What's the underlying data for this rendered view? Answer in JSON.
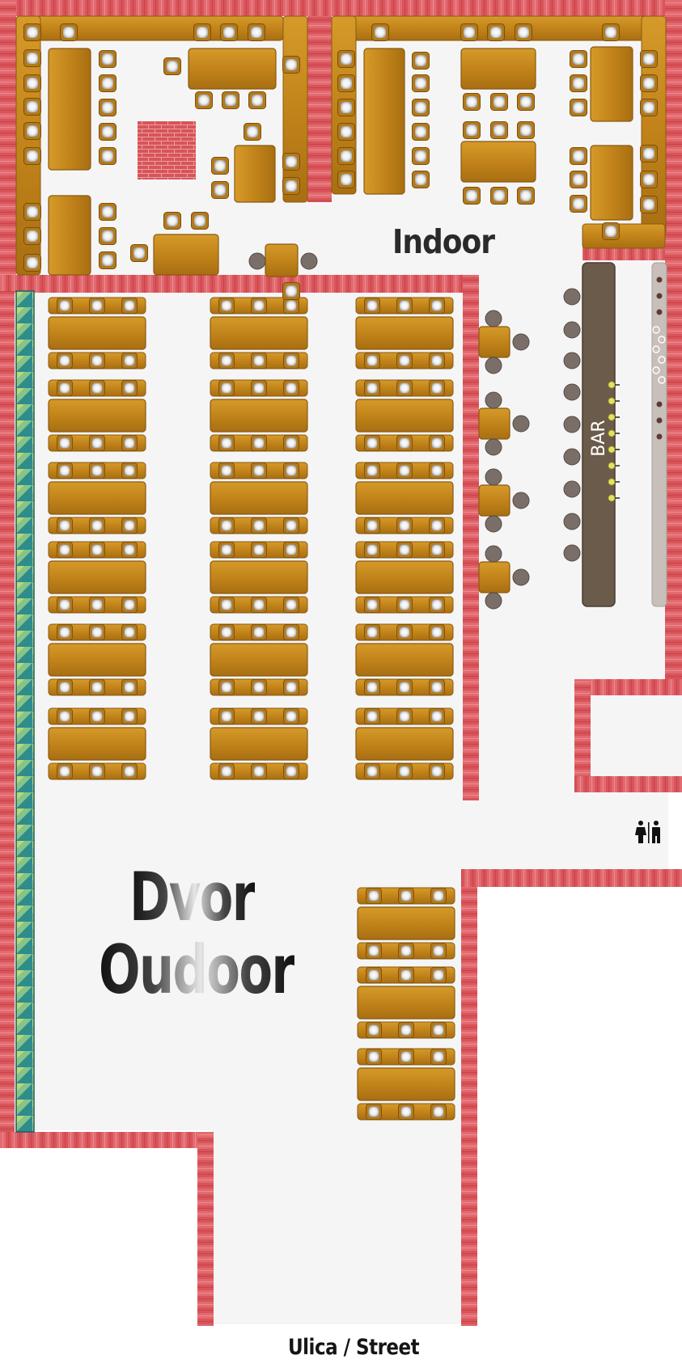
{
  "labels": {
    "indoor": "Indoor",
    "outdoor_local": "Dvor",
    "outdoor": "Oudoor",
    "street": "Ulica / Street",
    "bar": "BAR"
  },
  "icons": {
    "restroom": "restroom-icon"
  },
  "colors": {
    "wall": "#d9545a",
    "floor": "#f5f5f5",
    "table": "#c88a1c",
    "table_edge": "#8a5a10",
    "cushion": "#ececec",
    "bar_counter": "#6b5b4a",
    "stool": "#7a6e68",
    "shelf": "#c8bfba",
    "light": "#e4e25a",
    "planter_a": "#2e8c8c",
    "planter_b": "#b9d97a"
  }
}
